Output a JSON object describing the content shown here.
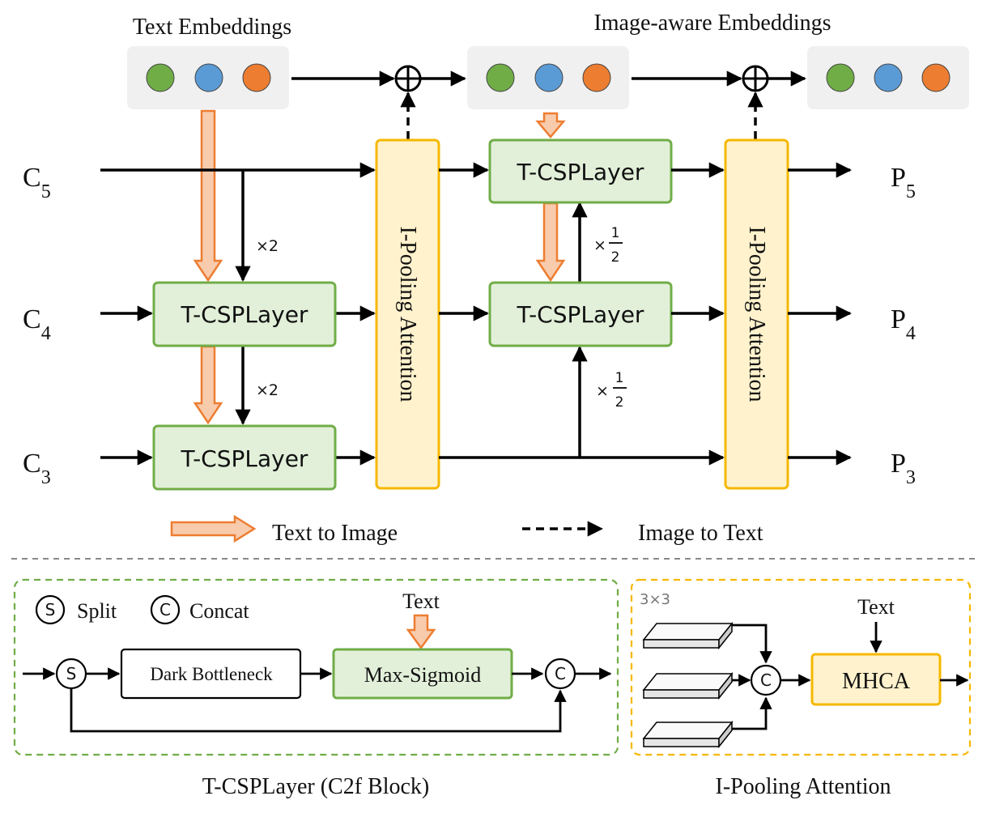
{
  "top": {
    "text_embeddings_title": "Text Embeddings",
    "image_aware_embeddings_title": "Image-aware Embeddings"
  },
  "embedding_colors": [
    "#70ad47",
    "#5b9bd5",
    "#ed7d31"
  ],
  "inputs": {
    "c5": {
      "base": "C",
      "sub": "5"
    },
    "c4": {
      "base": "C",
      "sub": "4"
    },
    "c3": {
      "base": "C",
      "sub": "3"
    }
  },
  "outputs": {
    "p5": {
      "base": "P",
      "sub": "5"
    },
    "p4": {
      "base": "P",
      "sub": "4"
    },
    "p3": {
      "base": "P",
      "sub": "3"
    }
  },
  "blocks": {
    "t_csp_layer": "T-CSPLayer",
    "i_pooling_attention": "I-Pooling Attention"
  },
  "multipliers": {
    "times_two": "×2",
    "times_sign": "×",
    "half_num": "1",
    "half_den": "2"
  },
  "legend": {
    "text_to_image": "Text to Image",
    "image_to_text": "Image to Text"
  },
  "bottom_left": {
    "split_symbol": "S",
    "split_label": "Split",
    "concat_symbol": "C",
    "concat_label": "Concat",
    "text_label": "Text",
    "dark_bottleneck": "Dark Bottleneck",
    "max_sigmoid": "Max-Sigmoid",
    "caption": "T-CSPLayer (C2f Block)"
  },
  "bottom_right": {
    "kernel_label": "3×3",
    "concat_symbol": "C",
    "text_label": "Text",
    "mhca": "MHCA",
    "caption": "I-Pooling Attention"
  }
}
